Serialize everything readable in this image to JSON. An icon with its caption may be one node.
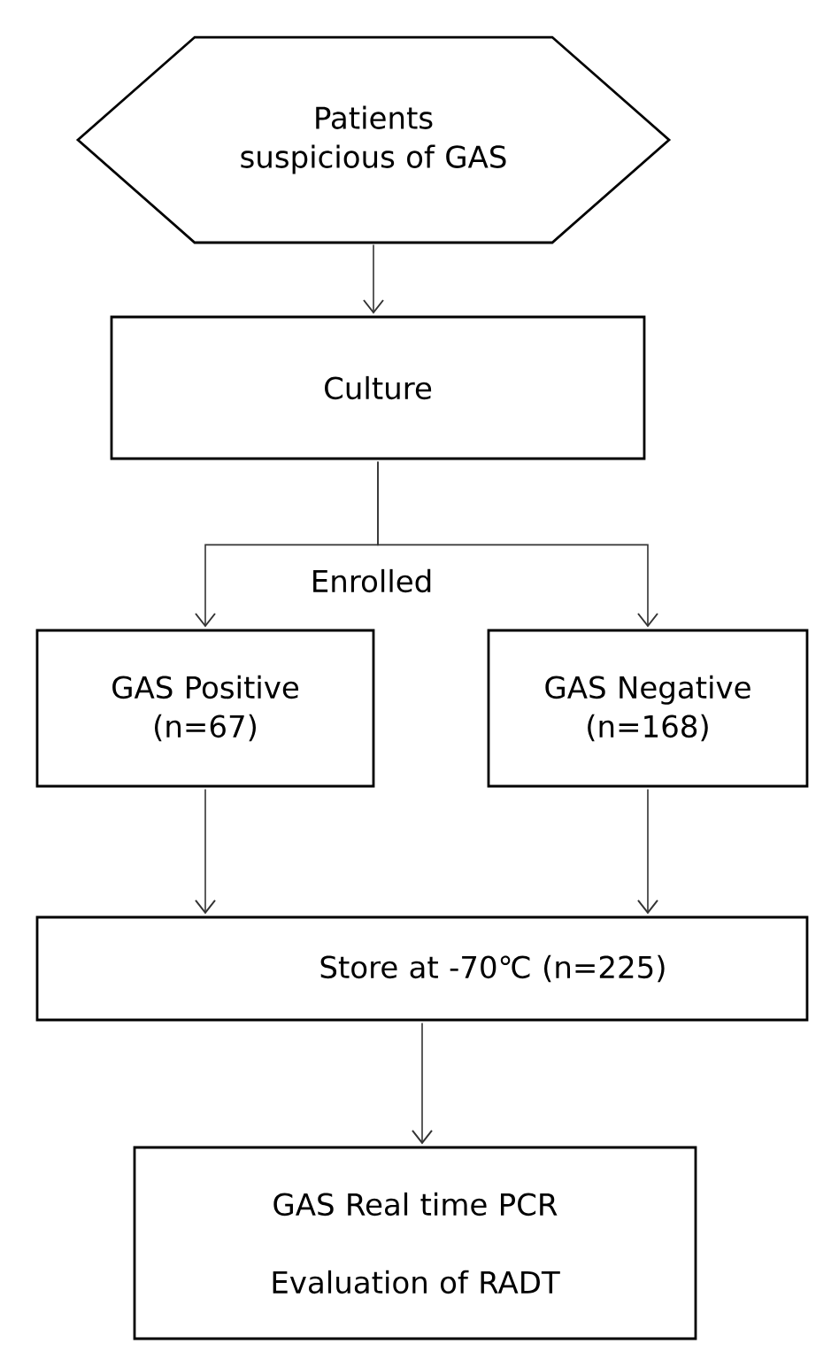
{
  "diagram": {
    "nodes": [
      {
        "text": [
          "Patients suspicious of GAS"
        ]
      },
      {
        "text": [
          "Culture"
        ]
      },
      {
        "text": [
          "GAS Positive (n=67)"
        ]
      },
      {
        "text": [
          "GAS Negative (n=168)"
        ]
      },
      {
        "text": [
          "Store at -70℃ (n=225)"
        ]
      },
      {
        "text": [
          "GAS Real time PCR",
          "Evaluation of RADT"
        ]
      }
    ],
    "edges": [
      {
        "from": 0,
        "to": 1,
        "arrow": "to"
      },
      {
        "from": 1,
        "to": 2,
        "arrow": "to"
      },
      {
        "from": 1,
        "to": 3,
        "arrow": "to"
      },
      {
        "from": 2,
        "to": 4,
        "arrow": "to"
      },
      {
        "from": 3,
        "to": 4,
        "arrow": "to"
      },
      {
        "from": 4,
        "to": 5,
        "arrow": "to"
      }
    ],
    "labels": [
      "Enrolled"
    ]
  }
}
